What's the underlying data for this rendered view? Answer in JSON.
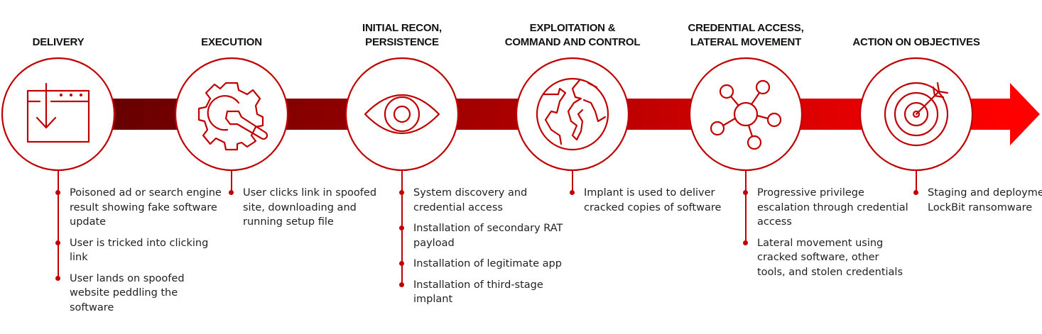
{
  "colors": {
    "start": "#6b0000",
    "end": "#ff0000",
    "stroke": "#c00000"
  },
  "stages": [
    {
      "title": [
        "DELIVERY"
      ],
      "icon": "browser-download-icon",
      "bullets": [
        "Poisoned ad or search engine result showing fake software update",
        "User is tricked into clicking link",
        "User lands on spoofed website peddling the software"
      ]
    },
    {
      "title": [
        "EXECUTION"
      ],
      "icon": "gear-wrench-icon",
      "bullets": [
        "User clicks link in spoofed site, downloading and running setup file"
      ]
    },
    {
      "title": [
        "INITIAL RECON,",
        "PERSISTENCE"
      ],
      "icon": "eye-icon",
      "bullets": [
        "System discovery and credential access",
        "Installation of secondary RAT payload",
        "Installation of legitimate app",
        "Installation of third-stage implant"
      ]
    },
    {
      "title": [
        "EXPLOITATION &",
        "COMMAND AND CONTROL"
      ],
      "icon": "globe-icon",
      "bullets": [
        "Implant is used to deliver cracked copies of software"
      ]
    },
    {
      "title": [
        "CREDENTIAL ACCESS,",
        "LATERAL MOVEMENT"
      ],
      "icon": "network-icon",
      "bullets": [
        "Progressive privilege escalation through credential access",
        "Lateral movement using cracked software, other tools, and stolen credentials"
      ]
    },
    {
      "title": [
        "ACTION ON OBJECTIVES"
      ],
      "icon": "target-icon",
      "bullets": [
        "Staging and deployment of LockBit ransomware"
      ]
    }
  ]
}
